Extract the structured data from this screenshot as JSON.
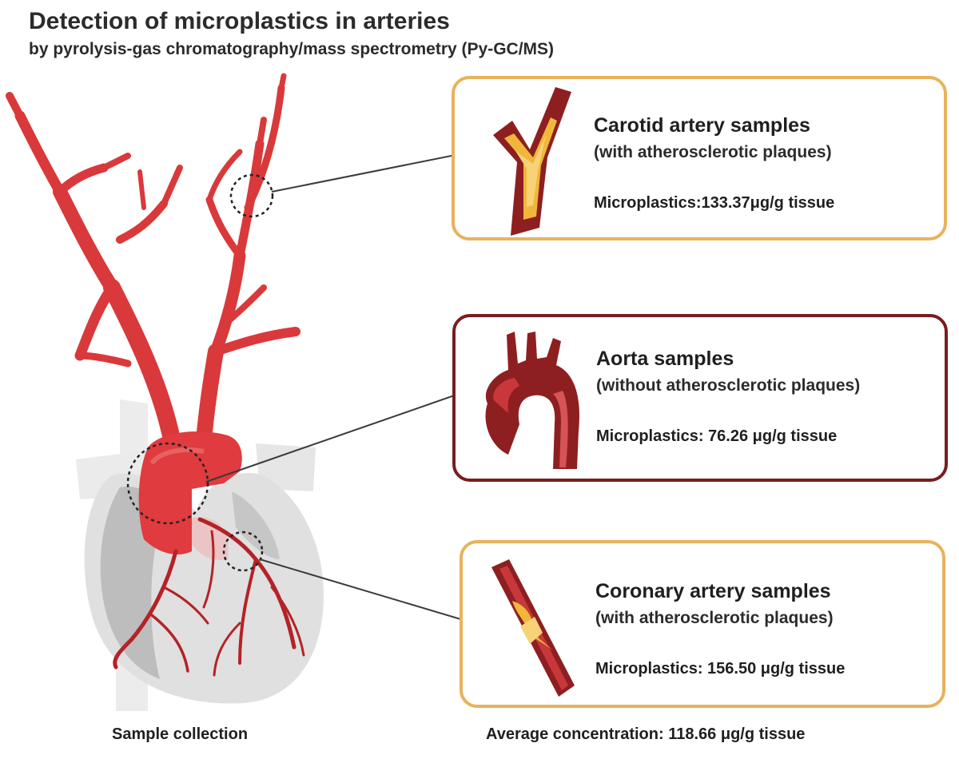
{
  "header": {
    "title": "Detection of microplastics in arteries",
    "subtitle": "by pyrolysis-gas chromatography/mass spectrometry (Py-GC/MS)"
  },
  "cards": [
    {
      "title": "Carotid artery samples",
      "note": "(with atherosclerotic plaques)",
      "value": "Microplastics:133.37μg/g tissue",
      "border_color": "#e8b25c",
      "icon": "carotid-artery-plaque-icon"
    },
    {
      "title": "Aorta samples",
      "note": "(without atherosclerotic plaques)",
      "value": "Microplastics: 76.26 μg/g tissue",
      "border_color": "#7a1c1e",
      "icon": "aorta-icon"
    },
    {
      "title": "Coronary artery samples",
      "note": "(with atherosclerotic plaques)",
      "value": "Microplastics: 156.50 μg/g tissue",
      "border_color": "#e8b25c",
      "icon": "coronary-artery-plaque-icon"
    }
  ],
  "captions": {
    "left": "Sample collection",
    "right": "Average concentration: 118.66 μg/g tissue"
  },
  "colors": {
    "artery_red": "#d8393b",
    "artery_dark": "#8e1f21",
    "plaque_yellow": "#f0b73a",
    "heart_gray": "#d0d0d0"
  }
}
